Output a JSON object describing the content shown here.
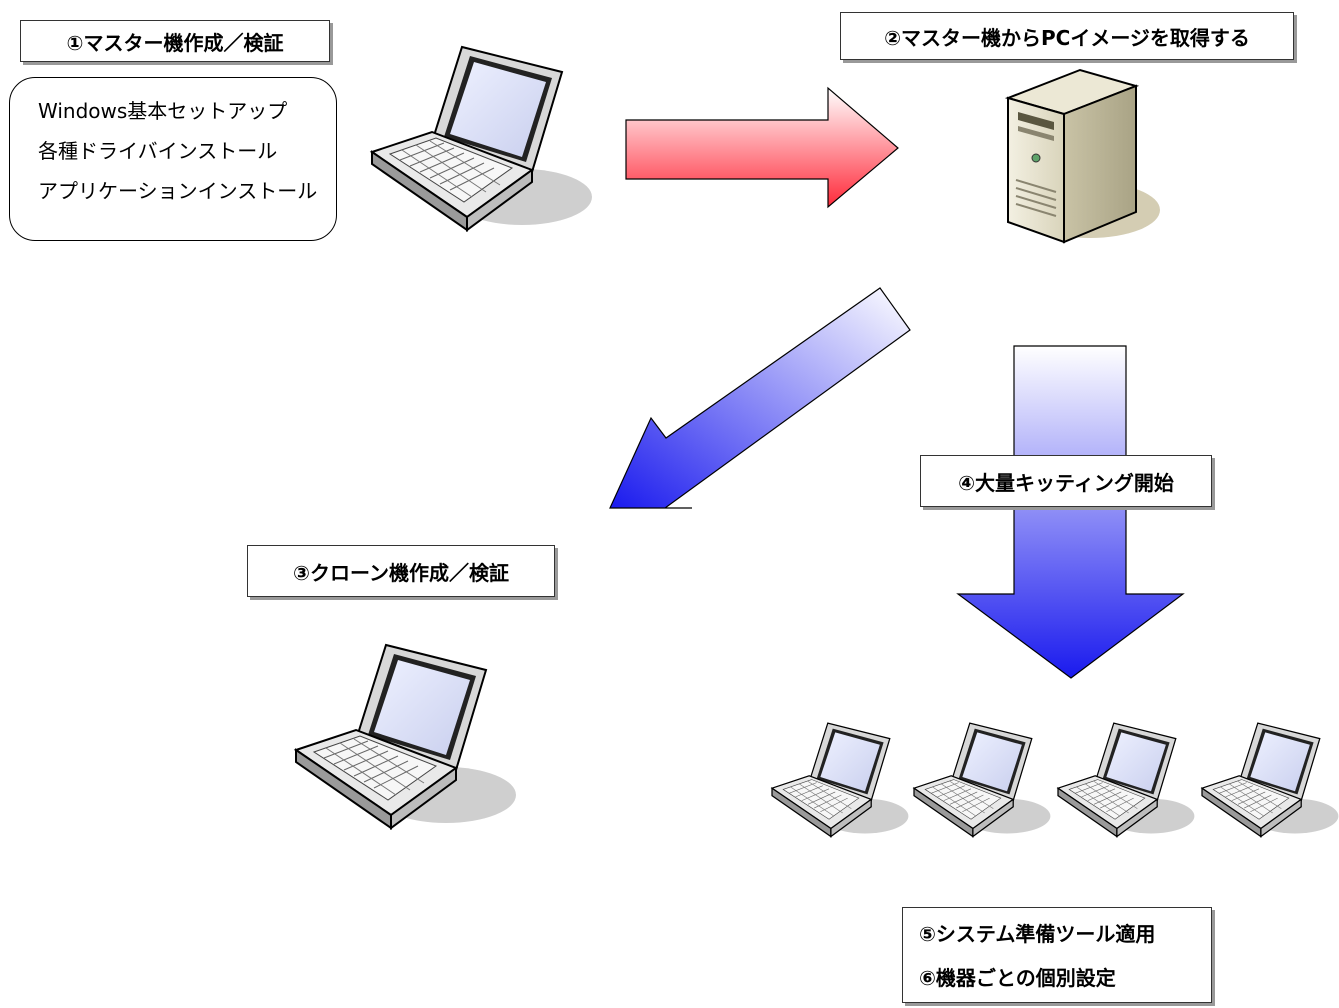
{
  "step1": {
    "title": "①マスター機作成／検証"
  },
  "step1_details": [
    "Windows基本セットアップ",
    "各種ドライバインストール",
    "アプリケーションインストール"
  ],
  "step2": {
    "title": "②マスター機からPCイメージを取得する"
  },
  "step3": {
    "title": "③クローン機作成／検証"
  },
  "step4": {
    "title": "④大量キッティング開始"
  },
  "step5": {
    "title": "⑤システム準備ツール適用"
  },
  "step6": {
    "title": "⑥機器ごとの個別設定"
  },
  "colors": {
    "arrow_red": "#ff2a3a",
    "arrow_blue": "#2a2aee",
    "box_shadow": "#999999"
  },
  "icons": [
    "laptop-icon",
    "server-icon",
    "arrow-right",
    "arrow-down-left",
    "arrow-down"
  ]
}
